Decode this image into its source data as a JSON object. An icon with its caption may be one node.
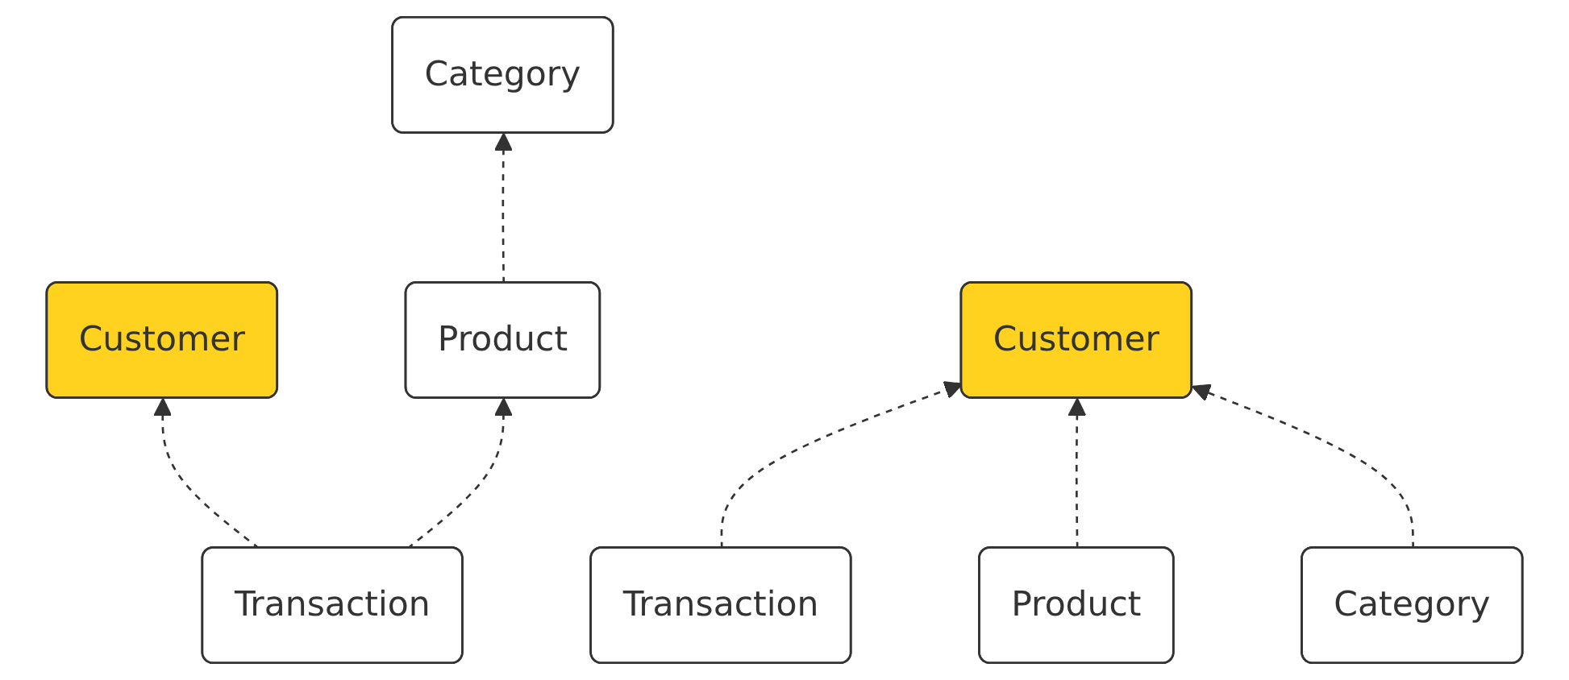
{
  "diagram": {
    "nodes": [
      {
        "text": [
          "Customer"
        ]
      },
      {
        "text": [
          "Transaction"
        ]
      },
      {
        "text": [
          "Product"
        ]
      },
      {
        "text": [
          "Category"
        ]
      },
      {
        "text": [
          "Customer"
        ]
      },
      {
        "text": [
          "Transaction"
        ]
      },
      {
        "text": [
          "Product"
        ]
      },
      {
        "text": [
          "Category"
        ]
      }
    ],
    "edges": [
      {
        "from": 1,
        "to": 0,
        "arrow": "to",
        "style": "dashed"
      },
      {
        "from": 1,
        "to": 2,
        "arrow": "to",
        "style": "dashed"
      },
      {
        "from": 2,
        "to": 3,
        "arrow": "to",
        "style": "dashed"
      },
      {
        "from": 5,
        "to": 4,
        "arrow": "to",
        "style": "dashed"
      },
      {
        "from": 6,
        "to": 4,
        "arrow": "to",
        "style": "dashed"
      },
      {
        "from": 7,
        "to": 4,
        "arrow": "to",
        "style": "dashed"
      }
    ]
  }
}
